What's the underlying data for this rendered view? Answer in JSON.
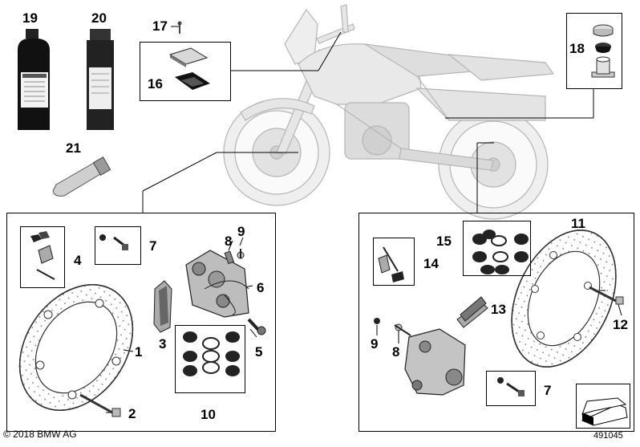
{
  "copyright": "© 2018 BMW AG",
  "diagram_id": "491045",
  "callouts": {
    "n1": "1",
    "n2": "2",
    "n3": "3",
    "n4": "4",
    "n5": "5",
    "n6": "6",
    "n7a": "7",
    "n7b": "7",
    "n8a": "8",
    "n8b": "8",
    "n9a": "9",
    "n9b": "9",
    "n10": "10",
    "n11": "11",
    "n12": "12",
    "n13": "13",
    "n14": "14",
    "n15": "15",
    "n16": "16",
    "n17": "17",
    "n18": "18",
    "n19": "19",
    "n20": "20",
    "n21": "21"
  }
}
